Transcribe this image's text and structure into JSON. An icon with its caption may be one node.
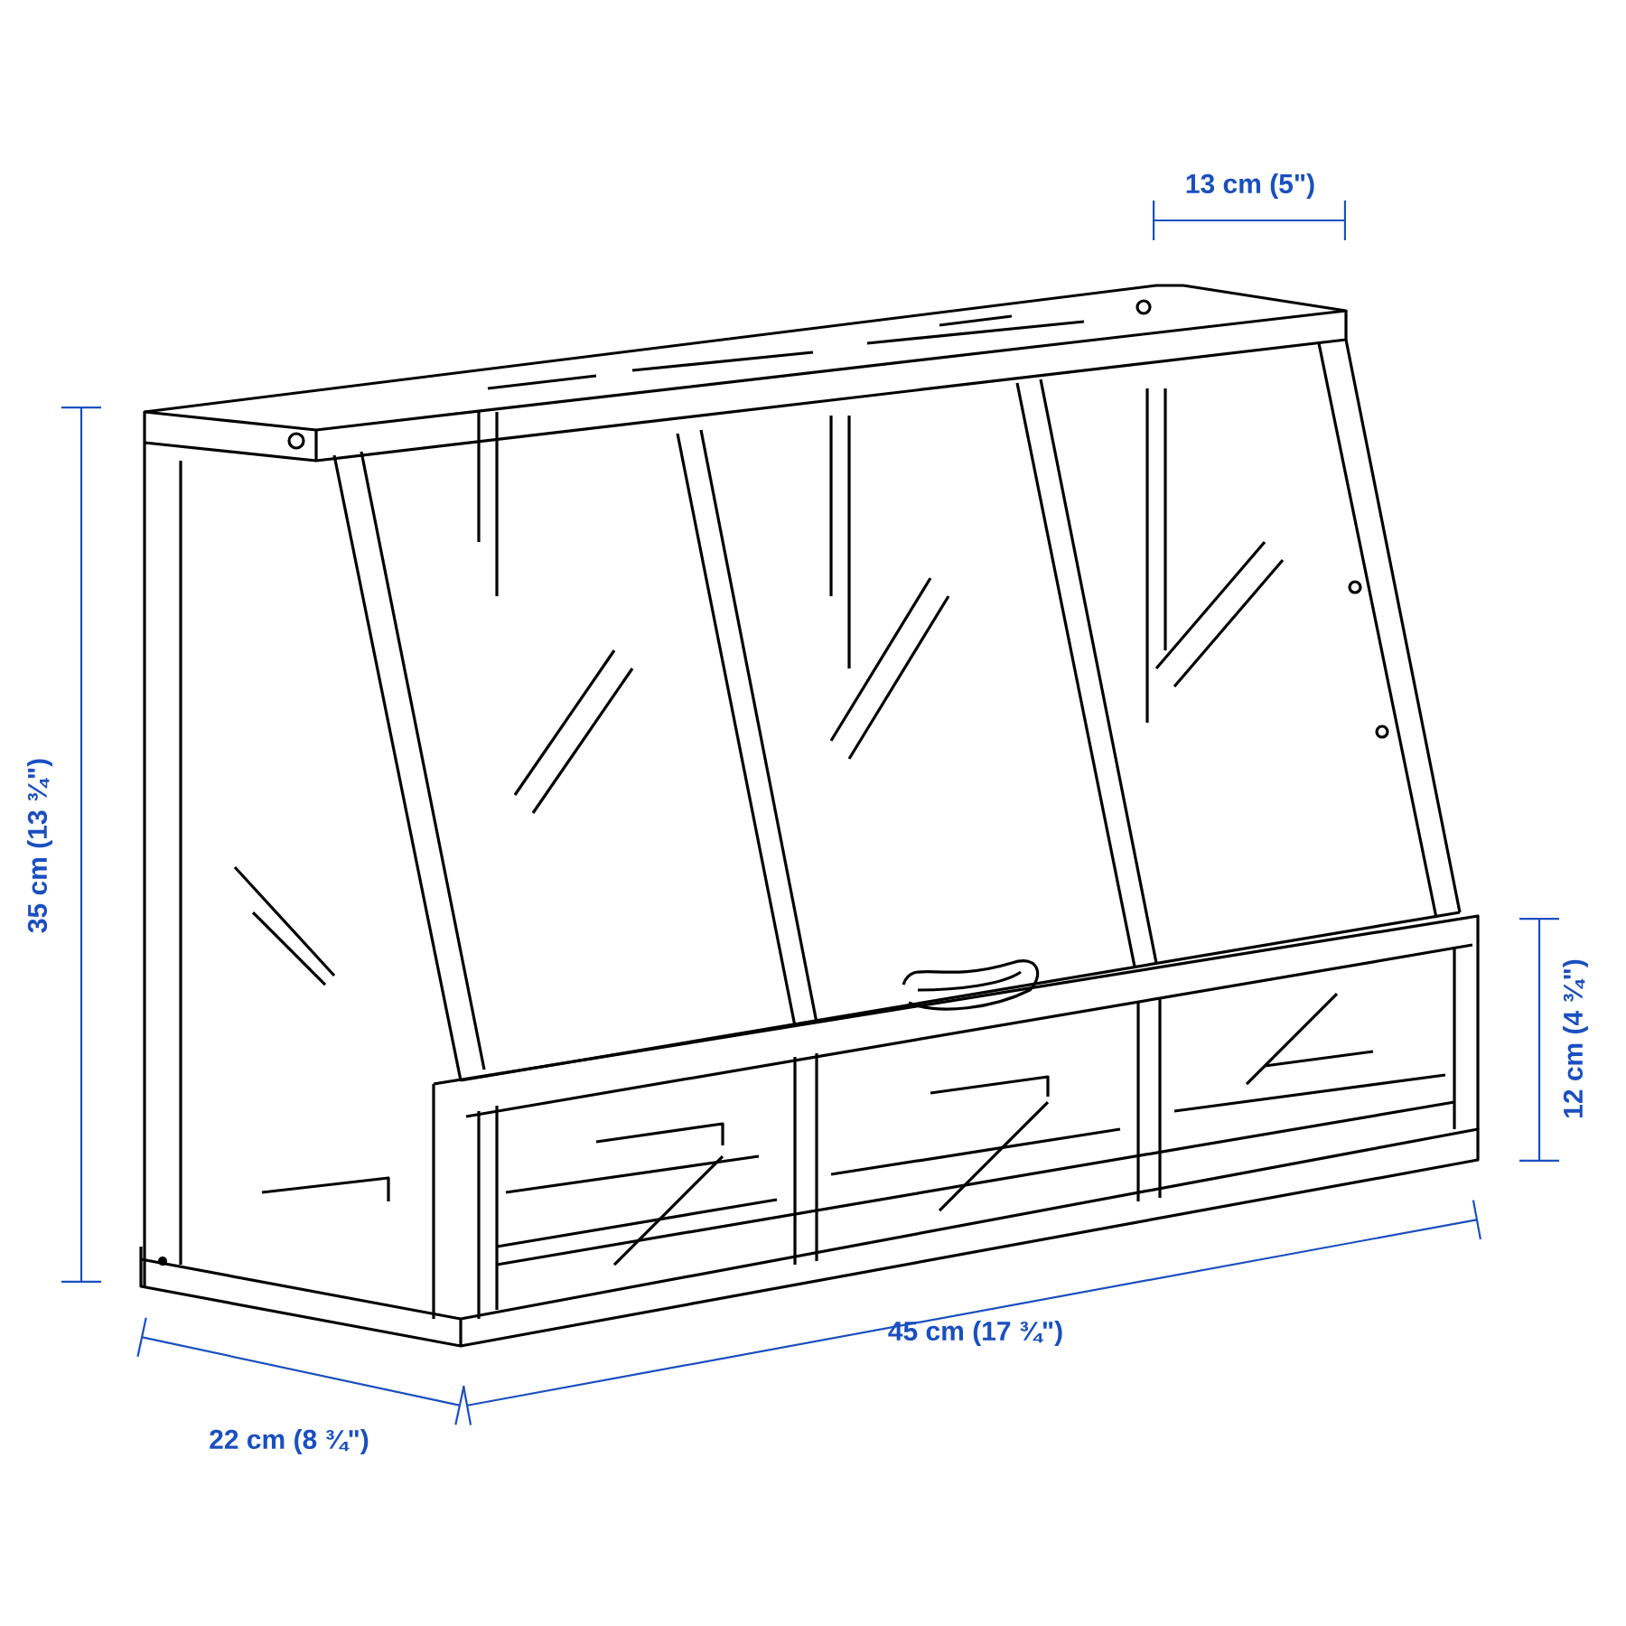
{
  "diagram": {
    "labels": [
      "13 cm (5\")",
      "35 cm (13 ¾\")",
      "12 cm (4 ¾\")",
      "45 cm (17 ¾\")",
      "22 cm (8 ¾\")"
    ]
  }
}
